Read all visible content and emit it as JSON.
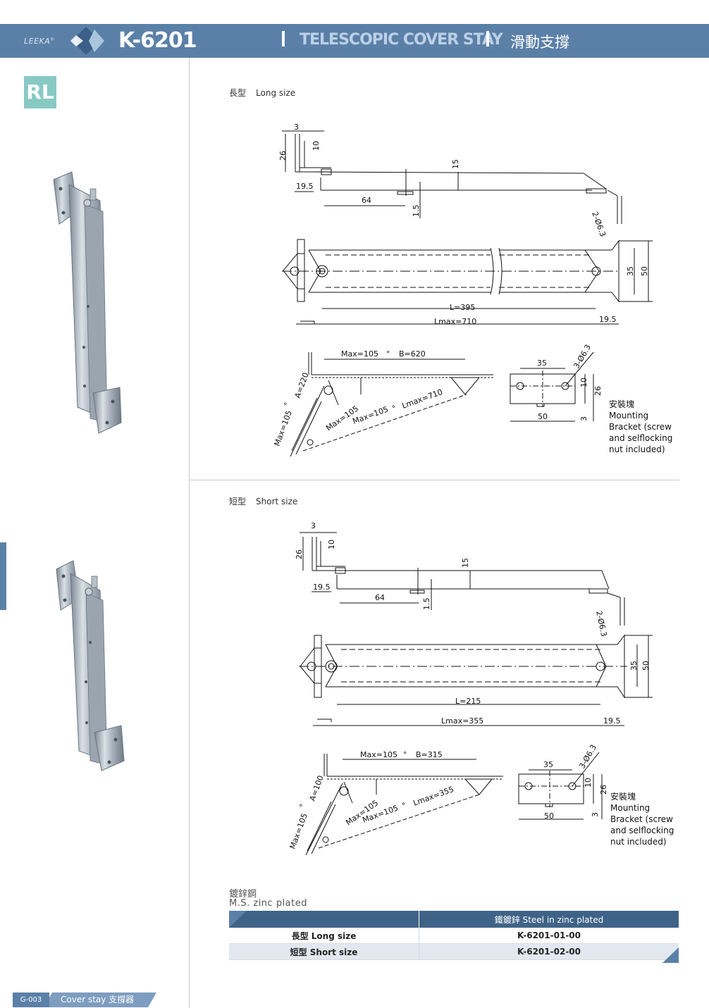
{
  "header": {
    "brand": "LEEKA",
    "brand_mark": "®",
    "model": "K-6201",
    "title_en": "TELESCOPIC COVER STAY",
    "title_zh": "滑動支撐",
    "bar_color": "#5b80a8"
  },
  "badge": "RL",
  "long_section": {
    "label_zh": "長型",
    "label_en": "Long size",
    "top_dims": {
      "d3": "3",
      "d26": "26",
      "d10": "10",
      "d15": "15",
      "d19_5": "19.5",
      "d64": "64",
      "d1_5": "1.5",
      "hole": "2-Ø6.3"
    },
    "plan_dims": {
      "L": "L=395",
      "Lmax": "Lmax=710",
      "d19_5": "19.5",
      "d35": "35",
      "d50": "50"
    },
    "swing_dims": {
      "max_top": "Max=105",
      "deg": "°",
      "B": "B=620",
      "A": "A=220",
      "deg2": "°",
      "max_left": "Max=105",
      "max_mid": "Max=105",
      "max_low": "Max=105",
      "deg3": "°",
      "Lmax": "Lmax=710"
    },
    "bracket_dims": {
      "d35": "35",
      "hole": "3-Ø6.3",
      "d10": "10",
      "d26": "26",
      "d50": "50",
      "d3": "3"
    },
    "bracket_note_zh": "安裝塊",
    "bracket_note_en": [
      "Mounting",
      "Bracket (screw",
      "and selflocking",
      "nut included)"
    ]
  },
  "short_section": {
    "label_zh": "短型",
    "label_en": "Short size",
    "top_dims": {
      "d3": "3",
      "d26": "26",
      "d10": "10",
      "d15": "15",
      "d19_5": "19.5",
      "d64": "64",
      "d1_5": "1.5",
      "hole": "2-Ø6.3"
    },
    "plan_dims": {
      "L": "L=215",
      "Lmax": "Lmax=355",
      "d19_5": "19.5",
      "d35": "35",
      "d50": "50"
    },
    "swing_dims": {
      "max_top": "Max=105",
      "deg": "°",
      "B": "B=315",
      "A": "A=100",
      "deg2": "°",
      "max_left": "Max=105",
      "max_mid": "Max=105",
      "max_low": "Max=105",
      "deg3": "°",
      "Lmax": "Lmax=355"
    },
    "bracket_dims": {
      "d35": "35",
      "hole": "3-Ø6.3",
      "d10": "10",
      "d26": "26",
      "d50": "50",
      "d3": "3"
    },
    "bracket_note_zh": "安裝塊",
    "bracket_note_en": [
      "Mounting",
      "Bracket (screw",
      "and selflocking",
      "nut included)"
    ]
  },
  "material": {
    "zh": "鍍鋅鋼",
    "en": "M.S. zinc plated"
  },
  "table": {
    "header": [
      "",
      "鐵鍍鋅 Steel in zinc plated"
    ],
    "rows": [
      {
        "size": "長型 Long size",
        "code": "K-6201-01-00"
      },
      {
        "size": "短型 Short size",
        "code": "K-6201-02-00"
      }
    ]
  },
  "footer": {
    "page": "G-003",
    "category": "Cover stay 支撐器"
  }
}
